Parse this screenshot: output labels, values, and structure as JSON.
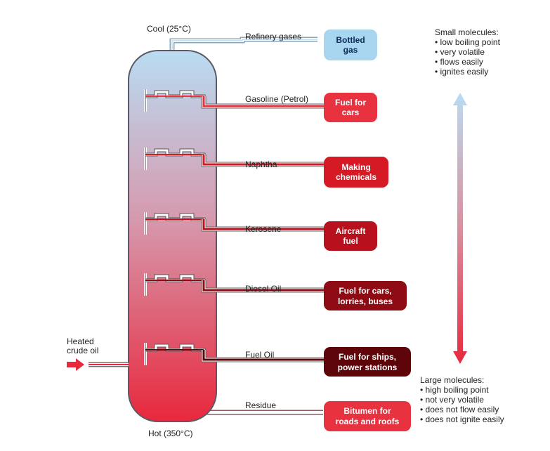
{
  "column": {
    "top_label": "Cool (25°C)",
    "bottom_label": "Hot (350°C)",
    "colors": {
      "top": "#b9dcf2",
      "bottom": "#e8283d"
    }
  },
  "input": {
    "label_line1": "Heated",
    "label_line2": "crude oil",
    "arrow_color": "#e8283d"
  },
  "fractions": [
    {
      "name": "Refinery gases",
      "use_line1": "Bottled",
      "use_line2": "gas",
      "pipe_color": "#bfe0f3",
      "badge_color": "#a8d6f0",
      "text_color": "#0b2a55"
    },
    {
      "name": "Gasoline (Petrol)",
      "use_line1": "Fuel for",
      "use_line2": "cars",
      "pipe_color": "#e8323f",
      "badge_color": "#e8323f",
      "text_color": "#ffffff"
    },
    {
      "name": "Naphtha",
      "use_line1": "Making",
      "use_line2": "chemicals",
      "pipe_color": "#d51a26",
      "badge_color": "#d51a26",
      "text_color": "#ffffff"
    },
    {
      "name": "Kerosene",
      "use_line1": "Aircraft",
      "use_line2": "fuel",
      "pipe_color": "#b8111d",
      "badge_color": "#b8111d",
      "text_color": "#ffffff"
    },
    {
      "name": "Diesel Oil",
      "use_line1": "Fuel for cars,",
      "use_line2": "lorries, buses",
      "pipe_color": "#8e0b14",
      "badge_color": "#8e0b14",
      "text_color": "#ffffff"
    },
    {
      "name": "Fuel Oil",
      "use_line1": "Fuel for ships,",
      "use_line2": "power stations",
      "pipe_color": "#5e0509",
      "badge_color": "#5e0509",
      "text_color": "#ffffff"
    },
    {
      "name": "Residue",
      "use_line1": "Bitumen for",
      "use_line2": "roads and roofs",
      "pipe_color": "#e8323f",
      "badge_color": "#e8323f",
      "text_color": "#ffffff"
    }
  ],
  "small_molecules": {
    "heading": "Small molecules:",
    "points": [
      "• low boiling point",
      "• very volatile",
      "• flows easily",
      "• ignites easily"
    ]
  },
  "large_molecules": {
    "heading": "Large molecules:",
    "points": [
      "• high boiling point",
      "• not very volatile",
      "• does not flow easily",
      "• does not ignite easily"
    ]
  }
}
